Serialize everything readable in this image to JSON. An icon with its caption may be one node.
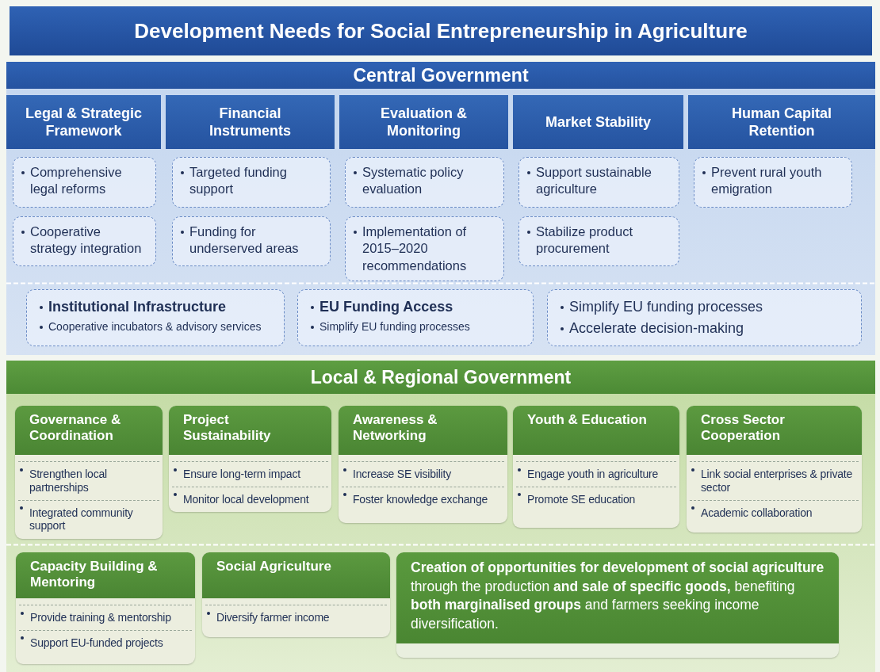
{
  "diagram": {
    "title": "Development Needs for Social Entrepreneurship in Agriculture",
    "nodes": [
      {
        "text": [
          "Central Government"
        ]
      },
      {
        "text": [
          "Legal & Strategic Framework"
        ],
        "in": 0
      },
      {
        "text": [
          "Financial Instruments"
        ],
        "in": 0
      },
      {
        "text": [
          "Evaluation & Monitoring"
        ],
        "in": 0
      },
      {
        "text": [
          "Market Stability"
        ],
        "in": 0
      },
      {
        "text": [
          "Human Capital Retention"
        ],
        "in": 0
      },
      {
        "text": [
          "Comprehensive legal reforms"
        ],
        "in": 0
      },
      {
        "text": [
          "Targeted funding support"
        ],
        "in": 0
      },
      {
        "text": [
          "Systematic policy evaluation"
        ],
        "in": 0
      },
      {
        "text": [
          "Support sustainable agriculture"
        ],
        "in": 0
      },
      {
        "text": [
          "Prevent rural youth emigration"
        ],
        "in": 0
      },
      {
        "text": [
          "Cooperative strategy integration"
        ],
        "in": 0
      },
      {
        "text": [
          "Funding for underserved areas"
        ],
        "in": 0
      },
      {
        "text": [
          "Implementation of 2015–2020 recommendations"
        ],
        "in": 0
      },
      {
        "text": [
          "Stabilize product procurement"
        ],
        "in": 0
      },
      {
        "text": [
          "Institutional Infrastructure",
          "Cooperative incubators & advisory services"
        ],
        "in": 0
      },
      {
        "text": [
          "EU Funding Access",
          "Simplify EU funding processes"
        ],
        "in": 0
      },
      {
        "text": [
          "Simplify EU funding processes",
          "Accelerate decision-making"
        ],
        "in": 0
      },
      {
        "text": [
          "Local & Regional Government"
        ]
      },
      {
        "text": [
          "Governance & Coordination",
          "Strengthen local partnerships",
          "Integrated community support"
        ],
        "in": 18
      },
      {
        "text": [
          "Project Sustainability",
          "Ensure long-term impact",
          "Monitor local development"
        ],
        "in": 18
      },
      {
        "text": [
          "Awareness & Networking",
          "Increase SE visibility",
          "Foster knowledge exchange"
        ],
        "in": 18
      },
      {
        "text": [
          "Youth & Education",
          "Engage youth in agriculture",
          "Promote SE education"
        ],
        "in": 18
      },
      {
        "text": [
          "Cross Sector Cooperation",
          "Link social enterprises & private sector",
          "Academic collaboration"
        ],
        "in": 18
      },
      {
        "text": [
          "Capacity Building & Mentoring",
          "Provide training & mentorship",
          "Support EU-funded projects"
        ],
        "in": 18
      },
      {
        "text": [
          "Social Agriculture",
          "Diversify farmer income"
        ],
        "in": 18
      },
      {
        "text": [
          "**Creation of opportunities for development of social agriculture** through the production **and sale of specific goods,** benefiting **both marginalised groups** and farmers seeking income diversification."
        ],
        "in": 18
      }
    ]
  }
}
